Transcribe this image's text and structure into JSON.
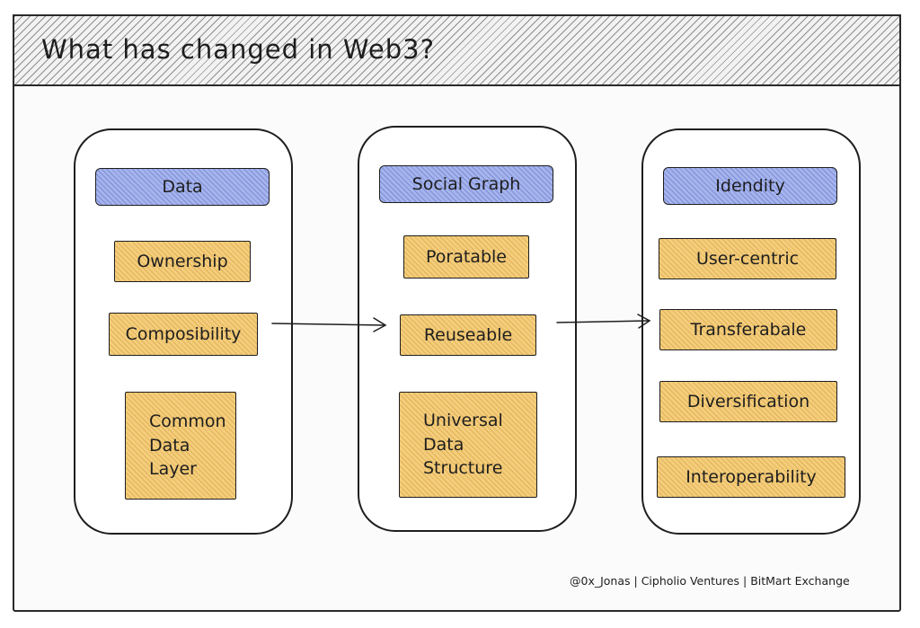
{
  "title": "What has changed in Web3?",
  "columns": [
    {
      "header": "Data",
      "items": [
        "Ownership",
        "Composibility"
      ],
      "multiline": [
        "Common",
        "Data",
        "Layer"
      ]
    },
    {
      "header": "Social Graph",
      "items": [
        "Poratable",
        "Reuseable"
      ],
      "multiline": [
        "Universal",
        "Data",
        "Structure"
      ]
    },
    {
      "header": "Idendity",
      "items": [
        "User-centric",
        "Transferabale",
        "Diversification",
        "Interoperability"
      ]
    }
  ],
  "credit": "@0x_Jonas | Cipholio Ventures | BitMart Exchange",
  "colors": {
    "header_fill": "#a5b4ec",
    "item_fill": "#f4cd7c",
    "stroke": "#1e1e1e"
  }
}
